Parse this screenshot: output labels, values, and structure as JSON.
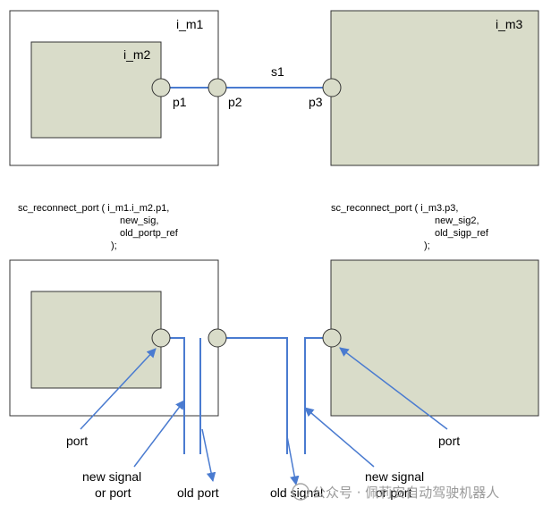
{
  "top": {
    "outer_label": "i_m1",
    "inner_label": "i_m2",
    "right_label": "i_m3",
    "signal_label": "s1",
    "port1": "p1",
    "port2": "p2",
    "port3": "p3"
  },
  "code_left": {
    "line1": "sc_reconnect_port (  i_m1.i_m2.p1,",
    "line2": "new_sig,",
    "line3": "old_portp_ref",
    "line4": ");"
  },
  "code_right": {
    "line1": "sc_reconnect_port (  i_m3.p3,",
    "line2": "new_sig2,",
    "line3": "old_sigp_ref",
    "line4": ");"
  },
  "bottom_labels": {
    "port_left": "port",
    "new_signal_left_1": "new signal",
    "new_signal_left_2": "or port",
    "old_port": "old port",
    "old_signal": "old signal",
    "new_signal_right_1": "new signal",
    "new_signal_right_2": "or port",
    "port_right": "port"
  },
  "watermark": {
    "text": "公众号 · 佩莉安自动驾驶机器人"
  },
  "colors": {
    "wire": "#4a7bd0",
    "module_fill": "#d9dcc9"
  }
}
